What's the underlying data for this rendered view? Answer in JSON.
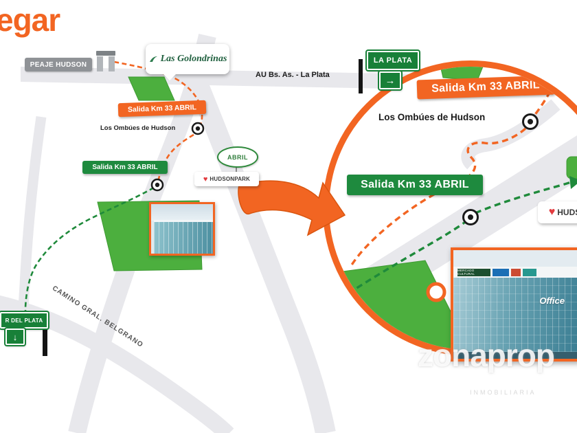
{
  "title": {
    "fragment": "egar"
  },
  "colors": {
    "accent_orange": "#F26522",
    "sign_green": "#188038",
    "route_green": "#1F8A3B",
    "grass_green": "#4CAF3E",
    "road_gray": "#E8E8EC"
  },
  "icons": {
    "heart": "♥",
    "arrow_right": "→",
    "arrow_down": "↓"
  },
  "main_map": {
    "peaje_sign": "PEAJE HUDSON",
    "golondrinas_sign": "Las Golondrinas",
    "highway_label": "AU Bs. As. - La Plata",
    "la_plata_sign": "LA PLATA",
    "salida_orange_badge": "Salida Km 33 ABRIL",
    "ombues_label": "Los Ombúes de Hudson",
    "salida_green_badge": "Salida Km 33 ABRIL",
    "abril_sign": "ABRIL",
    "hudson_park_sign": "HUDSONPARK",
    "mar_del_plata_sign": "R DEL PLATA",
    "camino_label": "CAMINO GRAL. BELGRANO"
  },
  "zoom_view": {
    "salida_orange_badge": "Salida Km 33 ABRIL",
    "ombues_label": "Los Ombúes de Hudson",
    "salida_green_badge": "Salida Km 33 ABRIL",
    "hudson_park_sign": "HUDSON",
    "building": {
      "sign_left": "MERCADO CULTURAL",
      "sign_main": "Office"
    }
  },
  "watermark": {
    "large": "zonaprop",
    "small": "INMOBILIARIA"
  }
}
